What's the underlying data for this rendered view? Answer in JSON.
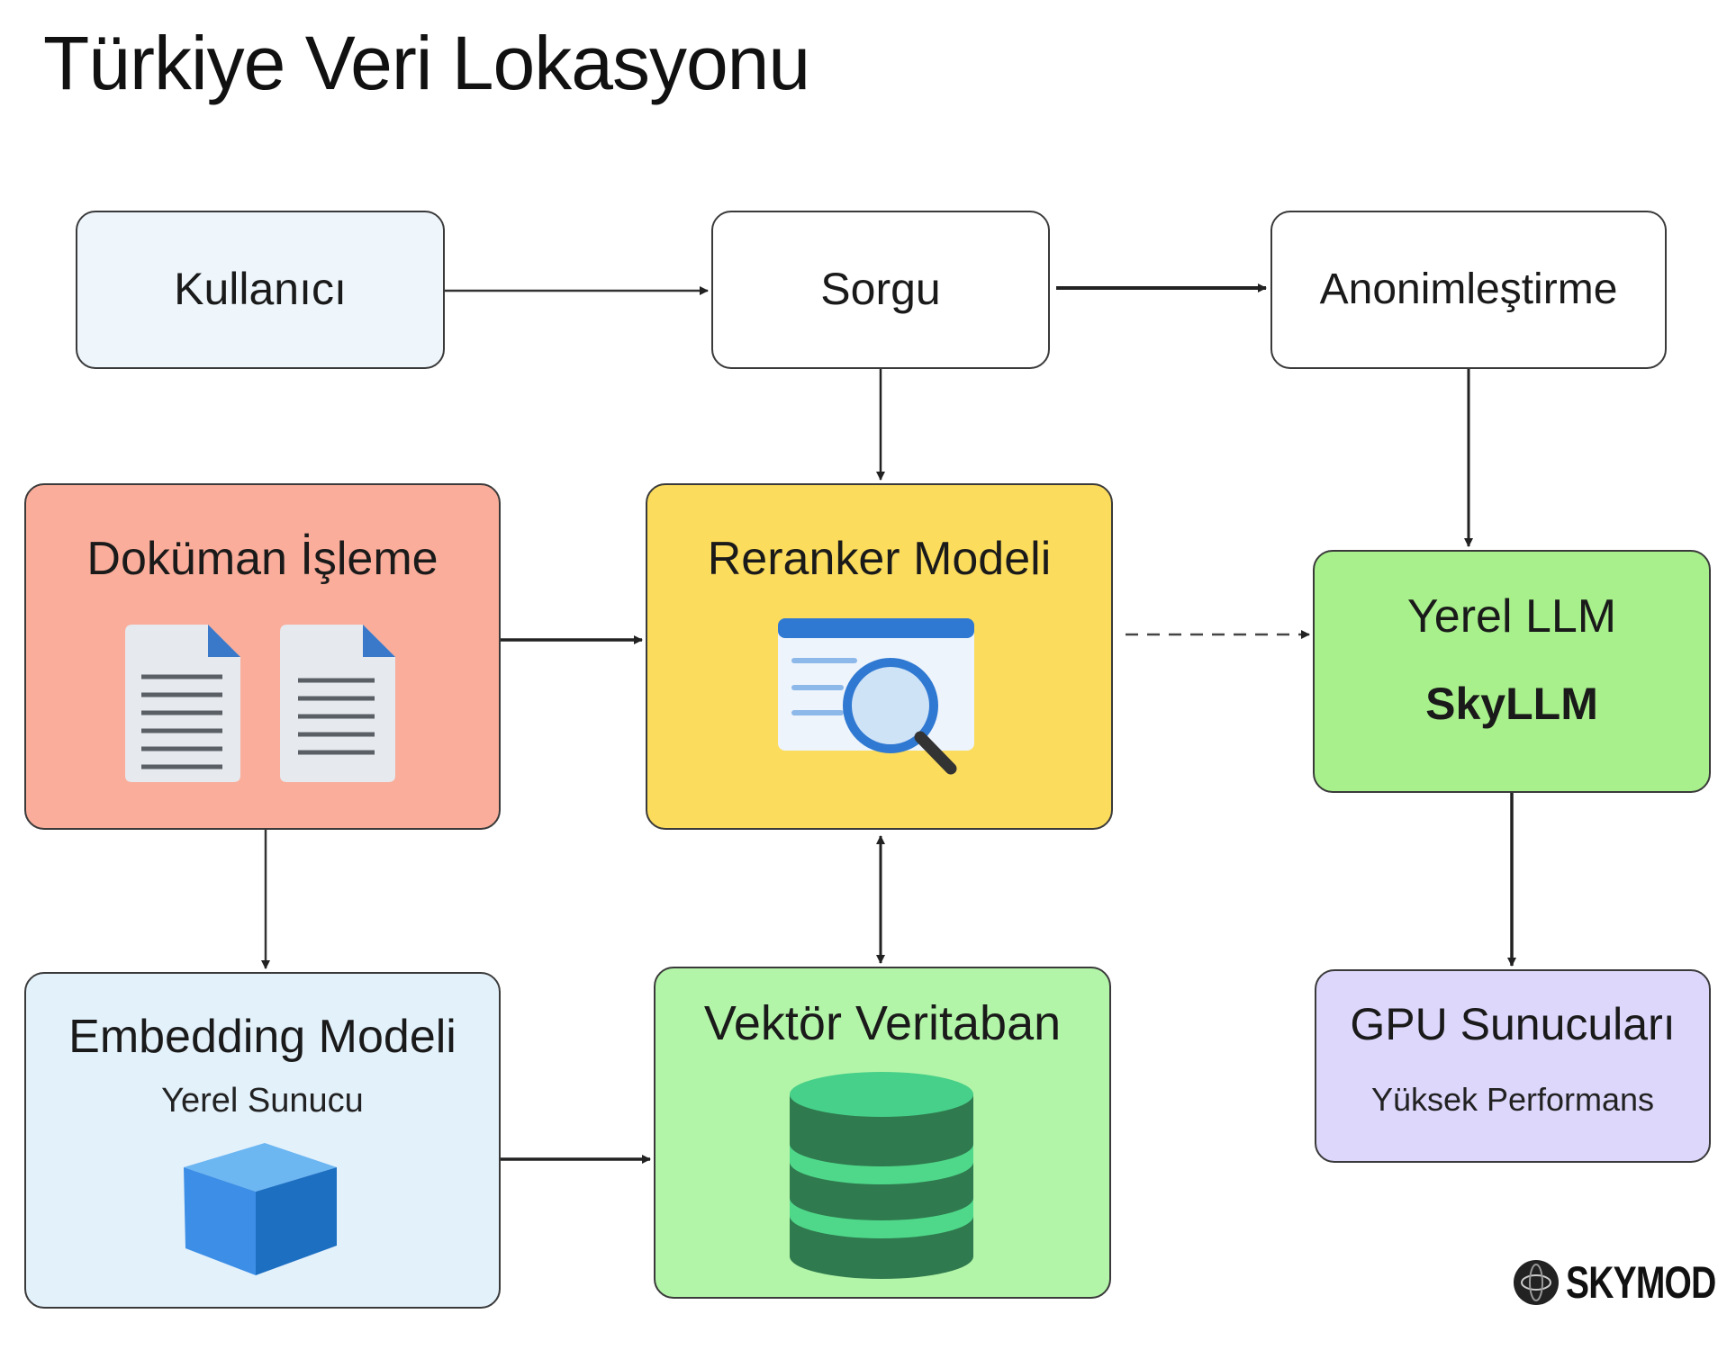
{
  "title": "Türkiye Veri Lokasyonu",
  "nodes": {
    "user": {
      "label": "Kullanıcı",
      "color": "#eef6fc"
    },
    "query": {
      "label": "Sorgu",
      "color": "#ffffff"
    },
    "anonymization": {
      "label": "Anonimleştirme",
      "color": "#ffffff"
    },
    "document": {
      "label": "Doküman İşleme",
      "color": "#f9ad9a"
    },
    "reranker": {
      "label": "Reranker Modeli",
      "color": "#fcdc5c"
    },
    "llm": {
      "label": "Yerel LLM",
      "sublabel": "SkyLLM",
      "color": "#a8f08c"
    },
    "embedding": {
      "label": "Embedding Modeli",
      "sublabel": "Yerel Sunucu",
      "color": "#e3f1fb"
    },
    "vector_db": {
      "label": "Vektör Veritaban",
      "color": "#b3f5a8"
    },
    "gpu": {
      "label": "GPU Sunucuları",
      "sublabel": "Yüksek Performans",
      "color": "#dcd7fb"
    }
  },
  "edges": [
    {
      "from": "user",
      "to": "query",
      "style": "solid"
    },
    {
      "from": "query",
      "to": "anonymization",
      "style": "solid"
    },
    {
      "from": "query",
      "to": "reranker",
      "style": "solid"
    },
    {
      "from": "anonymization",
      "to": "llm",
      "style": "solid"
    },
    {
      "from": "document",
      "to": "reranker",
      "style": "solid"
    },
    {
      "from": "reranker",
      "to": "llm",
      "style": "dashed"
    },
    {
      "from": "document",
      "to": "embedding",
      "style": "solid"
    },
    {
      "from": "reranker",
      "to": "vector_db",
      "style": "bidirectional"
    },
    {
      "from": "embedding",
      "to": "vector_db",
      "style": "solid"
    },
    {
      "from": "llm",
      "to": "gpu",
      "style": "solid"
    }
  ],
  "logo": {
    "text": "SKYMOD"
  }
}
